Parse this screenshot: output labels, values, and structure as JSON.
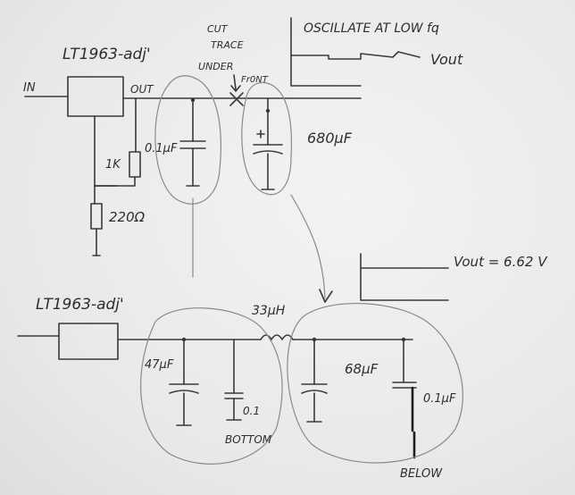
{
  "top": {
    "ic_label": "LT1963-adj'",
    "in_label": "IN",
    "out_label": "OUT",
    "r1_label": "1K",
    "r2_label": "220Ω",
    "cap1_label": "0.1µF",
    "cap2_label": "680µF",
    "cut_line1": "CUT",
    "cut_line2": "TRACE",
    "cut_line3": "UNDER",
    "cut_note": "Fr0NT",
    "scope_title": "OSCILLATE AT LOW fq",
    "scope_trace": "Vout"
  },
  "bottom": {
    "ic_label": "LT1963-adj'",
    "inductor_label": "33µH",
    "cap1_label": "47µF",
    "cap2_label": "0.1",
    "cap3_label": "68µF",
    "cap4_label": "0.1µF",
    "note_bottom": "BOTTOM",
    "note_below": "BELOW",
    "scope_trace": "Vout = 6.62 V"
  }
}
